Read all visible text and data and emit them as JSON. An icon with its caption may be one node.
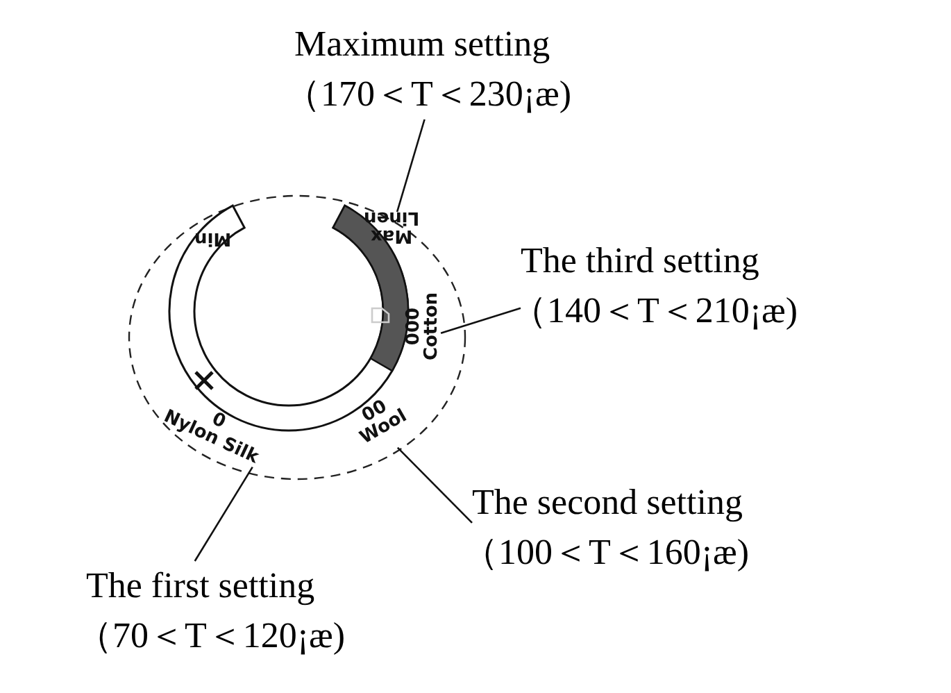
{
  "diagram": {
    "nodes": [
      {
        "text": [
          "Maximum setting",
          "（170＜T＜230¡æ)"
        ]
      },
      {
        "text": [
          "The third setting",
          "（140＜T＜210¡æ)"
        ]
      },
      {
        "text": [
          "The second setting",
          "（100＜T＜160¡æ)"
        ]
      },
      {
        "text": [
          "The first setting",
          "（70＜T＜120¡æ)"
        ]
      },
      {
        "text": [
          "Max",
          "Linen"
        ]
      },
      {
        "text": [
          "000",
          "Cotton"
        ]
      },
      {
        "text": [
          "00",
          "Wool"
        ]
      },
      {
        "text": [
          "0",
          "Nylon Silk"
        ]
      }
    ],
    "edges": [
      {
        "from": 0,
        "to": 4,
        "arrow": "none"
      },
      {
        "from": 1,
        "to": 5,
        "arrow": "none"
      },
      {
        "from": 2,
        "to": 6,
        "arrow": "none"
      },
      {
        "from": 3,
        "to": 7,
        "arrow": "none"
      }
    ],
    "labels": [
      "Min"
    ]
  }
}
